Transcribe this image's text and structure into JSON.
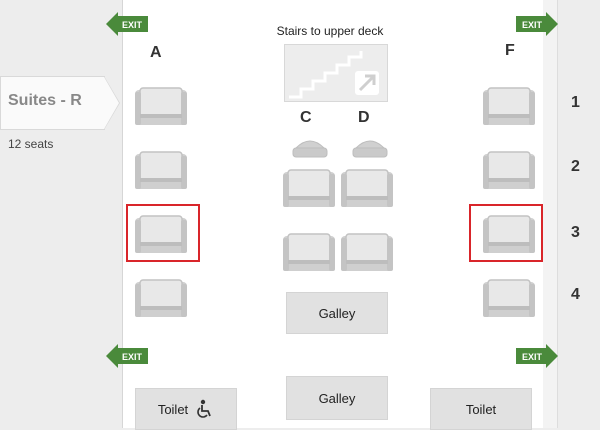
{
  "cabin": {
    "name": "Suites - R",
    "seat_count": "12 seats"
  },
  "columns": [
    "A",
    "C",
    "D",
    "F"
  ],
  "rows": [
    "1",
    "2",
    "3",
    "4"
  ],
  "stairs": {
    "label": "Stairs to upper deck",
    "icon": "stairs-up-icon"
  },
  "exit_label": "EXIT",
  "facilities": {
    "galley": "Galley",
    "toilet": "Toilet"
  },
  "selected_seats": [
    "3A",
    "3F"
  ],
  "colors": {
    "exit": "#4a8a3b",
    "highlight": "#d9252a",
    "seat": "#c4c4c4"
  }
}
